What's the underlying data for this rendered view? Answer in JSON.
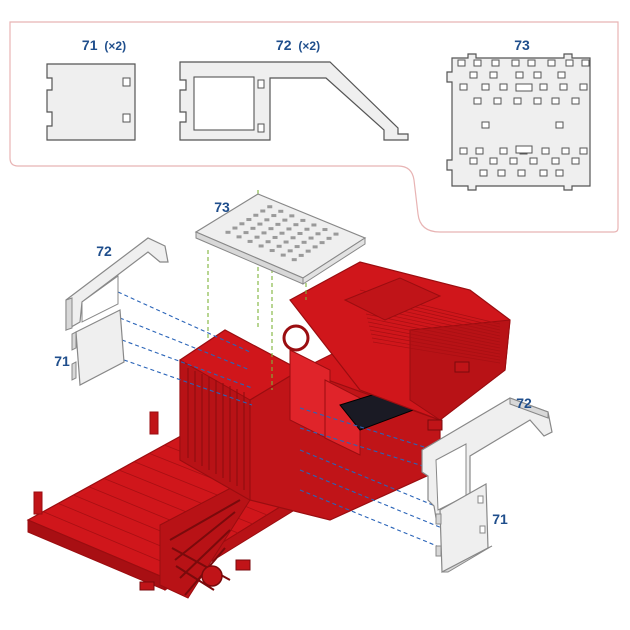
{
  "legend": {
    "parts": [
      {
        "id": "71",
        "qty": "(×2)"
      },
      {
        "id": "72",
        "qty": "(×2)"
      },
      {
        "id": "73",
        "qty": ""
      }
    ]
  },
  "callouts": {
    "top_panel": "73",
    "left_frame": "72",
    "left_panel": "71",
    "right_frame": "72",
    "right_panel": "71"
  },
  "colors": {
    "label": "#1f4e8c",
    "legend_border": "#e8b4b4",
    "part_fill": "#efefef",
    "part_stroke": "#555555",
    "vehicle_red": "#d0161b",
    "vehicle_dark": "#9a0d10",
    "guide_blue": "#2a64b8",
    "guide_green": "#7fb33a"
  },
  "icons": [
    "assembly-diagram",
    "vehicle-chassis"
  ]
}
